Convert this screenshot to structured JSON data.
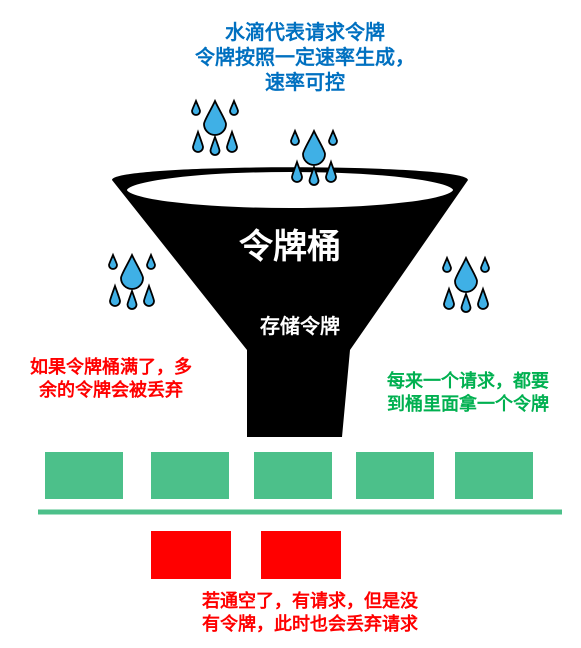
{
  "colors": {
    "bucket": "#000000",
    "bucket_rim": "#ffffff",
    "drop_fill": "#3fb0e6",
    "drop_stroke": "#000000",
    "note_blue": "#0070c0",
    "note_red": "#ff0000",
    "note_green": "#00b050",
    "slot_green": "#4cc08a",
    "line_green": "#4cc08a",
    "empty_red": "#ff0000"
  },
  "notes": {
    "top": [
      "水滴代表请求令牌",
      "令牌按照一定速率生成，",
      "速率可控"
    ],
    "overflow": [
      "如果令牌桶满了，多",
      "余的令牌会被丢弃"
    ],
    "request": [
      "每来一个请求，都要",
      "到桶里面拿一个令牌"
    ],
    "empty": [
      "若通空了，有请求，但是没",
      "有令牌，此时也会丢弃请求"
    ]
  },
  "funnel": {
    "title": "令牌桶",
    "subtitle": "存储令牌"
  },
  "token_slots": [
    {
      "has_token": false
    },
    {
      "has_token": false
    },
    {
      "has_token": true
    },
    {
      "has_token": true
    },
    {
      "has_token": true
    }
  ],
  "empty_blocks": 2,
  "icons": {
    "drop_cluster": "water-drop-icon"
  }
}
